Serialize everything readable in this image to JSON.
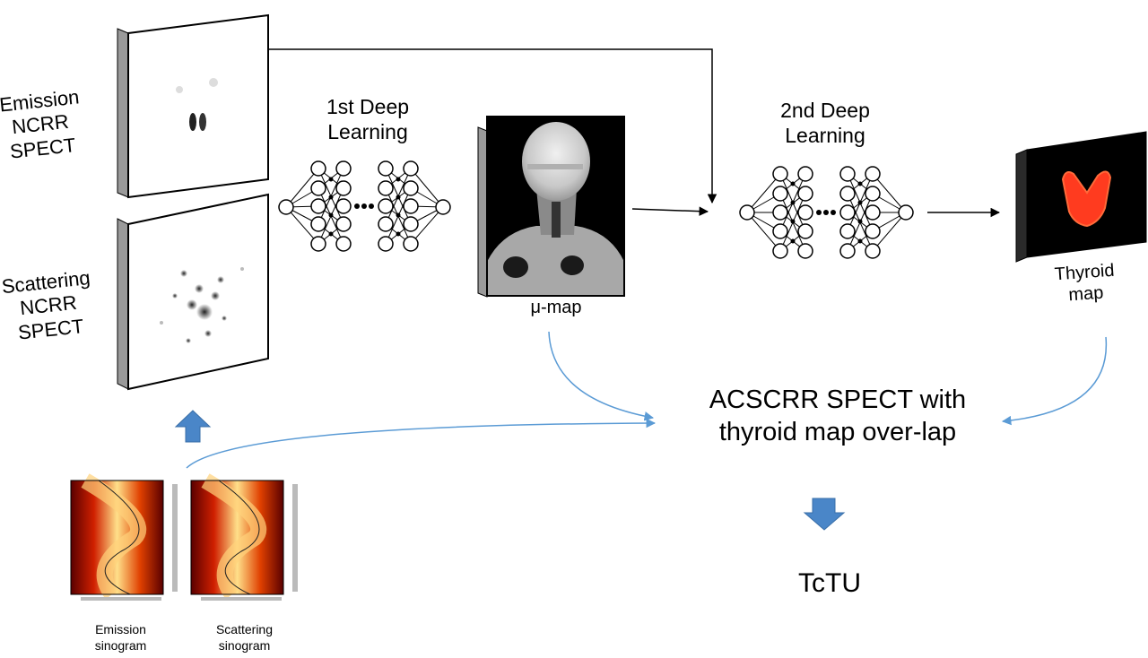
{
  "labels": {
    "emission_input": [
      "Emission",
      "NCRR",
      "SPECT"
    ],
    "scattering_input": [
      "Scattering",
      "NCRR",
      "SPECT"
    ],
    "first_dl": [
      "1st Deep",
      "Learning"
    ],
    "second_dl": [
      "2nd Deep",
      "Learning"
    ],
    "mu_map": "μ-map",
    "thyroid_map": [
      "Thyroid",
      "map"
    ],
    "acscrr": [
      "ACSCRR SPECT with",
      "thyroid map over-lap"
    ],
    "tctu": "TcTU",
    "emission_sinogram": [
      "Emission",
      "sinogram"
    ],
    "scattering_sinogram": [
      "Scattering",
      "sinogram"
    ]
  },
  "colors": {
    "text": "#000000",
    "curve_arrow": "#5b9bd5",
    "block_arrow": "#4a86c8",
    "thyroid": "#ff3b1f",
    "map_background": "#000000"
  }
}
